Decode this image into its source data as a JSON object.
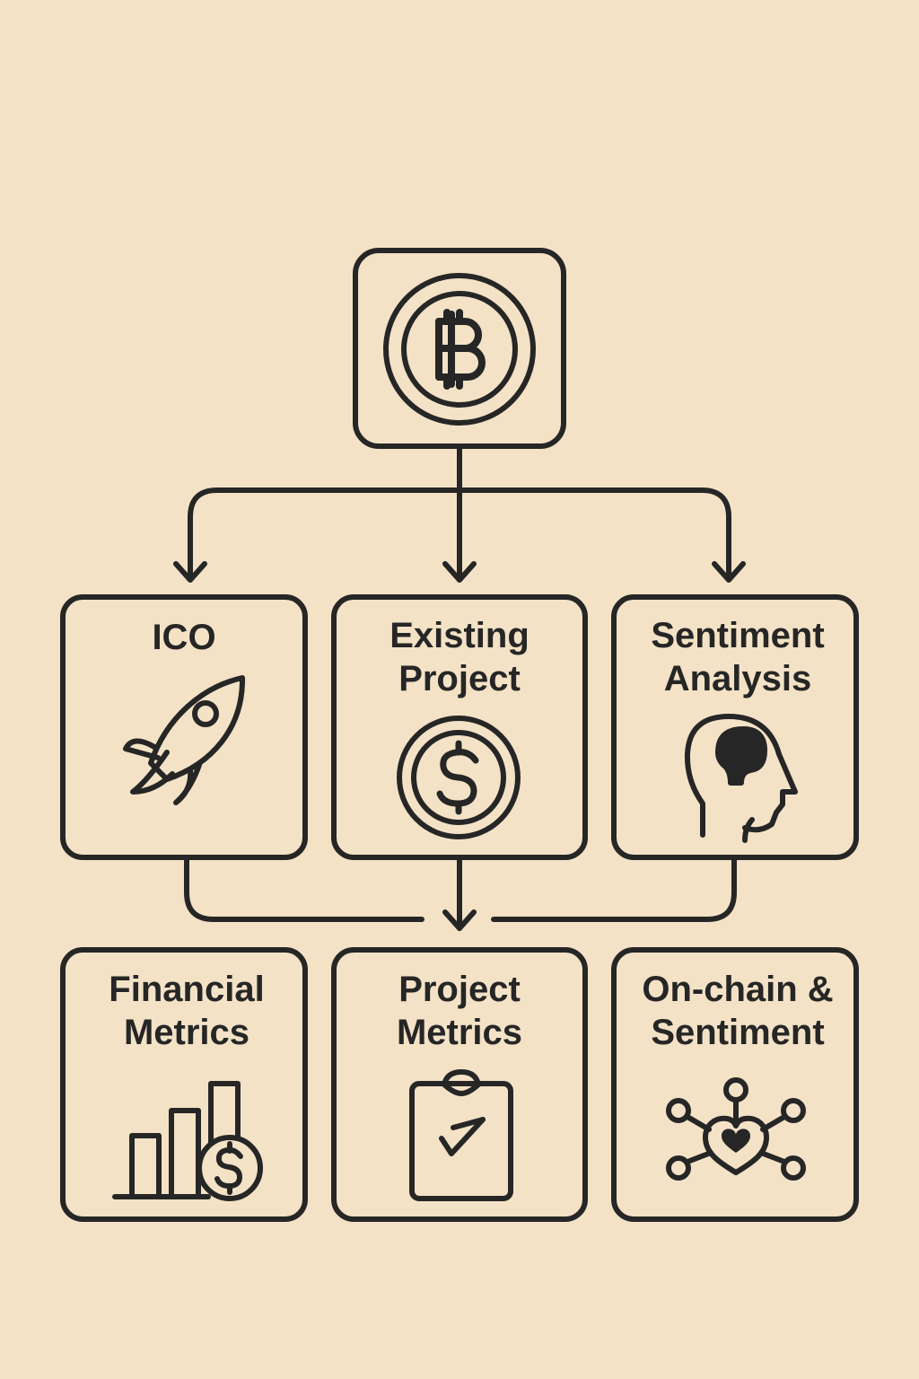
{
  "theme": {
    "background": "#f3e2c6",
    "stroke": "#262626"
  },
  "root": {
    "icon": "bitcoin-icon"
  },
  "categories": [
    {
      "lines": [
        "ICO"
      ],
      "icon": "rocket-icon"
    },
    {
      "lines": [
        "Existing",
        "Project"
      ],
      "icon": "dollar-coin-icon"
    },
    {
      "lines": [
        "Sentiment",
        "Analysis"
      ],
      "icon": "head-profile-icon"
    }
  ],
  "metrics": [
    {
      "lines": [
        "Financial",
        "Metrics"
      ],
      "icon": "bar-chart-coin-icon"
    },
    {
      "lines": [
        "Project",
        "Metrics"
      ],
      "icon": "clipboard-check-icon"
    },
    {
      "lines": [
        "On-chain &",
        "Sentiment"
      ],
      "icon": "heart-network-icon"
    }
  ]
}
